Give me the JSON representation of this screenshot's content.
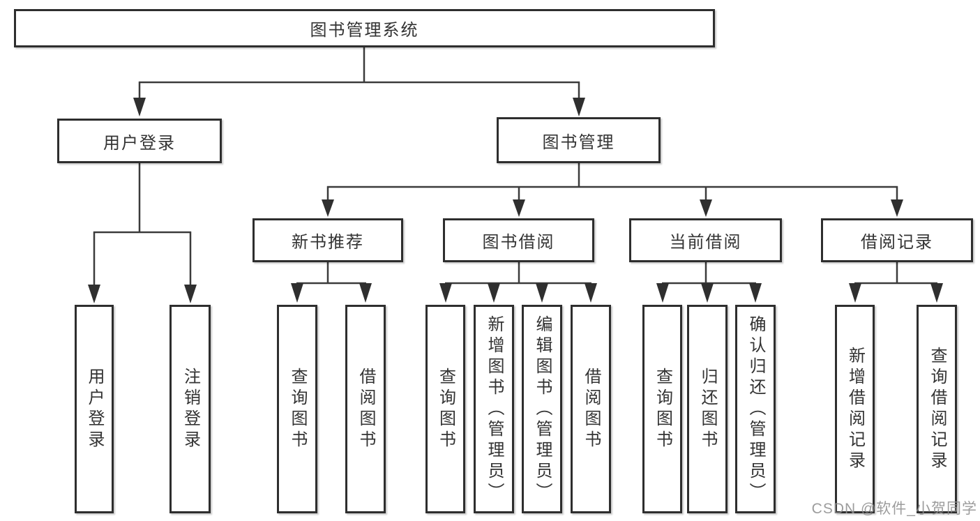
{
  "tree": {
    "root": {
      "label": "图书管理系统",
      "children": [
        {
          "label": "用户登录",
          "children": [
            {
              "label": "用户登录"
            },
            {
              "label": "注销登录"
            }
          ]
        },
        {
          "label": "图书管理",
          "children": [
            {
              "label": "新书推荐",
              "children": [
                {
                  "label": "查询图书"
                },
                {
                  "label": "借阅图书"
                }
              ]
            },
            {
              "label": "图书借阅",
              "children": [
                {
                  "label": "查询图书"
                },
                {
                  "label": "新增图书（管理员）"
                },
                {
                  "label": "编辑图书（管理员）"
                },
                {
                  "label": "借阅图书"
                }
              ]
            },
            {
              "label": "当前借阅",
              "children": [
                {
                  "label": "查询图书"
                },
                {
                  "label": "归还图书"
                },
                {
                  "label": "确认归还（管理员）"
                }
              ]
            },
            {
              "label": "借阅记录",
              "children": [
                {
                  "label": "新增借阅记录"
                },
                {
                  "label": "查询借阅记录"
                }
              ]
            }
          ]
        }
      ]
    }
  },
  "watermark": {
    "text": "CSDN @软件_小贺同学"
  },
  "colors": {
    "line": "#3b3b3b",
    "box_border": "#2e2e2e",
    "text": "#333333",
    "watermark": "#8f8f8f",
    "background": "#ffffff"
  }
}
